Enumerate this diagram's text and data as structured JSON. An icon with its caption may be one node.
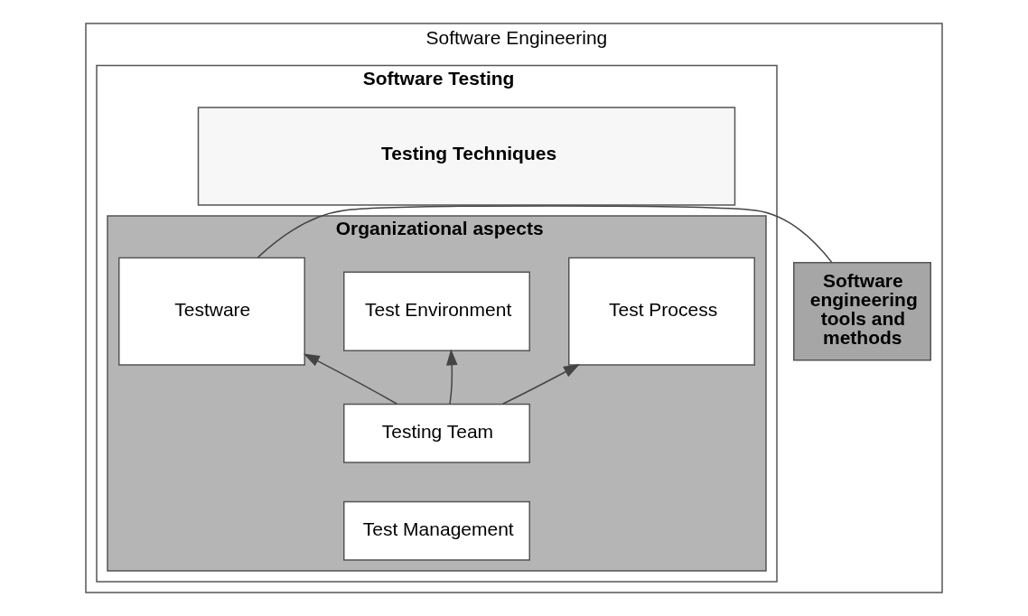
{
  "diagram": {
    "nodes": [
      {
        "text": [
          "Software Engineering"
        ]
      },
      {
        "text": [
          "Software Testing"
        ],
        "in": 0
      },
      {
        "text": [
          "Testing Techniques"
        ],
        "in": 1
      },
      {
        "text": [
          "Organizational aspects"
        ],
        "in": 1
      },
      {
        "text": [
          "Test Process"
        ],
        "in": 3
      },
      {
        "text": [
          "Test Environment"
        ],
        "in": 3
      },
      {
        "text": [
          "Testware"
        ],
        "in": 3
      },
      {
        "text": [
          "Testing Team"
        ],
        "in": 3
      },
      {
        "text": [
          "Test Management"
        ],
        "in": 3
      },
      {
        "text": [
          "Software engineering tools and methods"
        ],
        "in": 0
      }
    ],
    "edges": [
      {
        "from": 7,
        "to": 4,
        "arrow": "to"
      },
      {
        "from": 7,
        "to": 5,
        "arrow": "to"
      },
      {
        "from": 7,
        "to": 6,
        "arrow": "to"
      },
      {
        "from": 6,
        "to": 9,
        "arrow": "none"
      }
    ]
  }
}
